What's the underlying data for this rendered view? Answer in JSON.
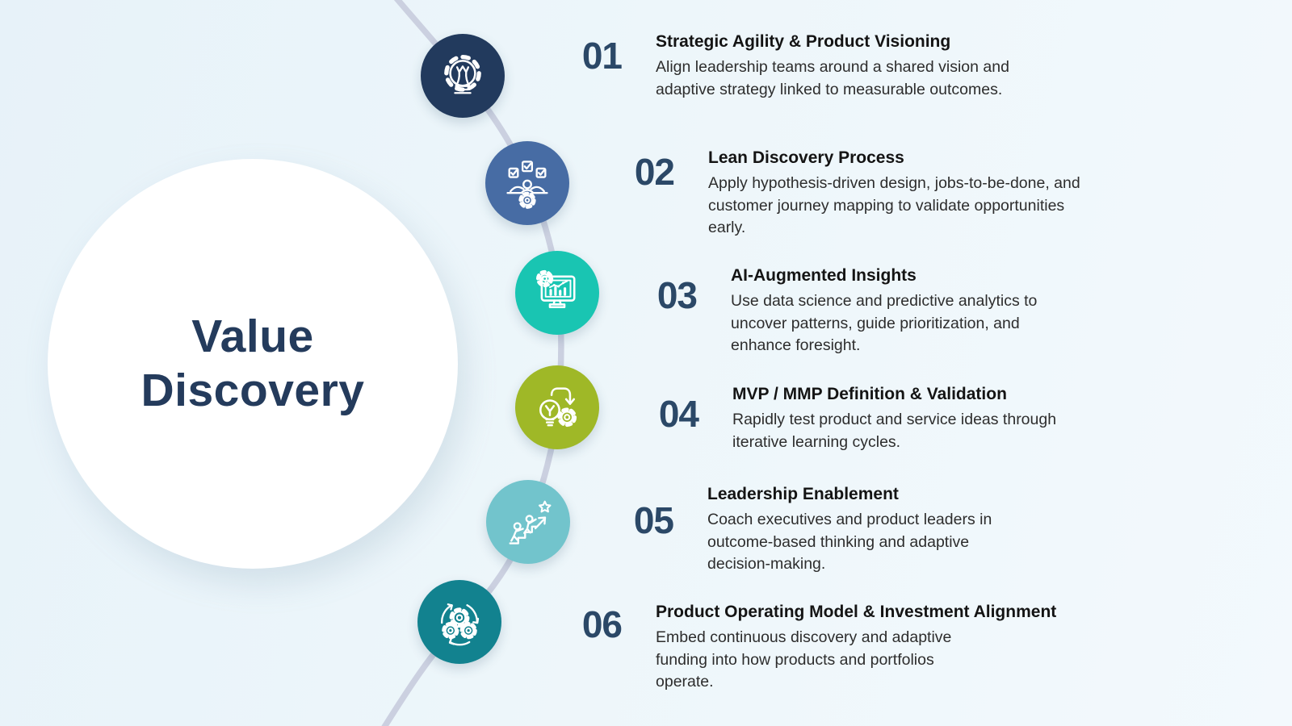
{
  "hero": {
    "title": "Value Discovery"
  },
  "steps": [
    {
      "number": "01",
      "title": "Strategic Agility & Product Visioning",
      "description": "Align leadership teams around a shared vision and adaptive strategy linked to measurable outcomes.",
      "icon": "chess-gear-icon",
      "color": "#223A5D"
    },
    {
      "number": "02",
      "title": "Lean Discovery Process",
      "description": "Apply hypothesis-driven design, jobs-to-be-done, and customer journey mapping to validate opportunities early.",
      "icon": "team-checklist-icon",
      "color": "#476CA4"
    },
    {
      "number": "03",
      "title": "AI-Augmented Insights",
      "description": "Use data science and predictive analytics to uncover patterns, guide prioritization, and enhance foresight.",
      "icon": "analytics-monitor-icon",
      "color": "#19C5B2"
    },
    {
      "number": "04",
      "title": "MVP / MMP Definition & Validation",
      "description": "Rapidly test product and service ideas through iterative learning cycles.",
      "icon": "idea-gear-icon",
      "color": "#9FB827"
    },
    {
      "number": "05",
      "title": "Leadership Enablement",
      "description": "Coach executives and product leaders in outcome-based thinking and adaptive decision-making.",
      "icon": "growth-arrow-icon",
      "color": "#72C4CC"
    },
    {
      "number": "06",
      "title": "Product Operating Model & Investment Alignment",
      "description": "Embed continuous discovery and adaptive funding into how products and portfolios operate.",
      "icon": "gears-cycle-icon",
      "color": "#12828F"
    }
  ],
  "colors": {
    "background": "#EDF6FA",
    "curve": "#CBD0E0",
    "number": "#2B4867",
    "heading": "#141414",
    "body": "#2D2D2D",
    "hero_text": "#243B5C",
    "hero_fill": "#FFFFFF"
  }
}
